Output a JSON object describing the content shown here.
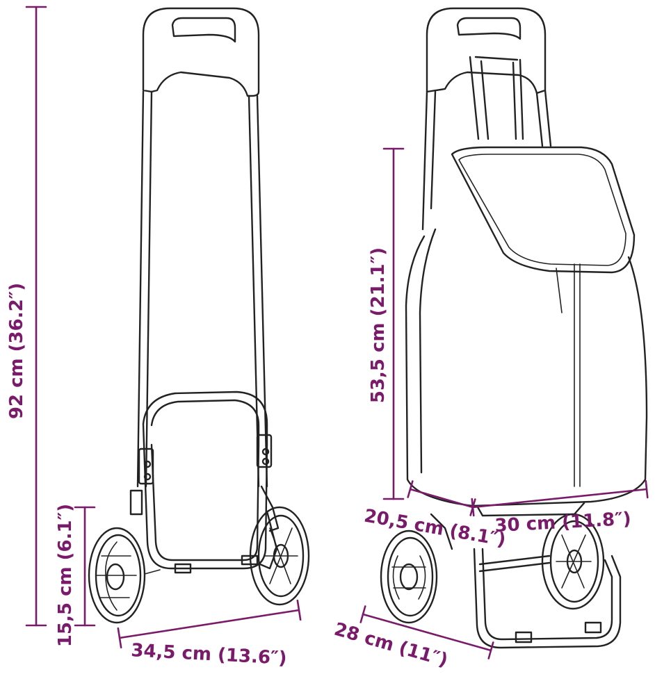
{
  "colors": {
    "dimension": "#7a1a6b",
    "line_art": "#222222",
    "background": "#ffffff"
  },
  "dimensions": {
    "total_height": "92 cm (36.2″)",
    "wheel_height": "15,5 cm (6.1″)",
    "frame_width": "34,5 cm (13.6″)",
    "bag_height": "53,5 cm (21.1″)",
    "bag_depth": "20,5 cm (8.1″)",
    "bag_width": "30 cm (11.8″)",
    "base_depth": "28 cm (11″)"
  }
}
